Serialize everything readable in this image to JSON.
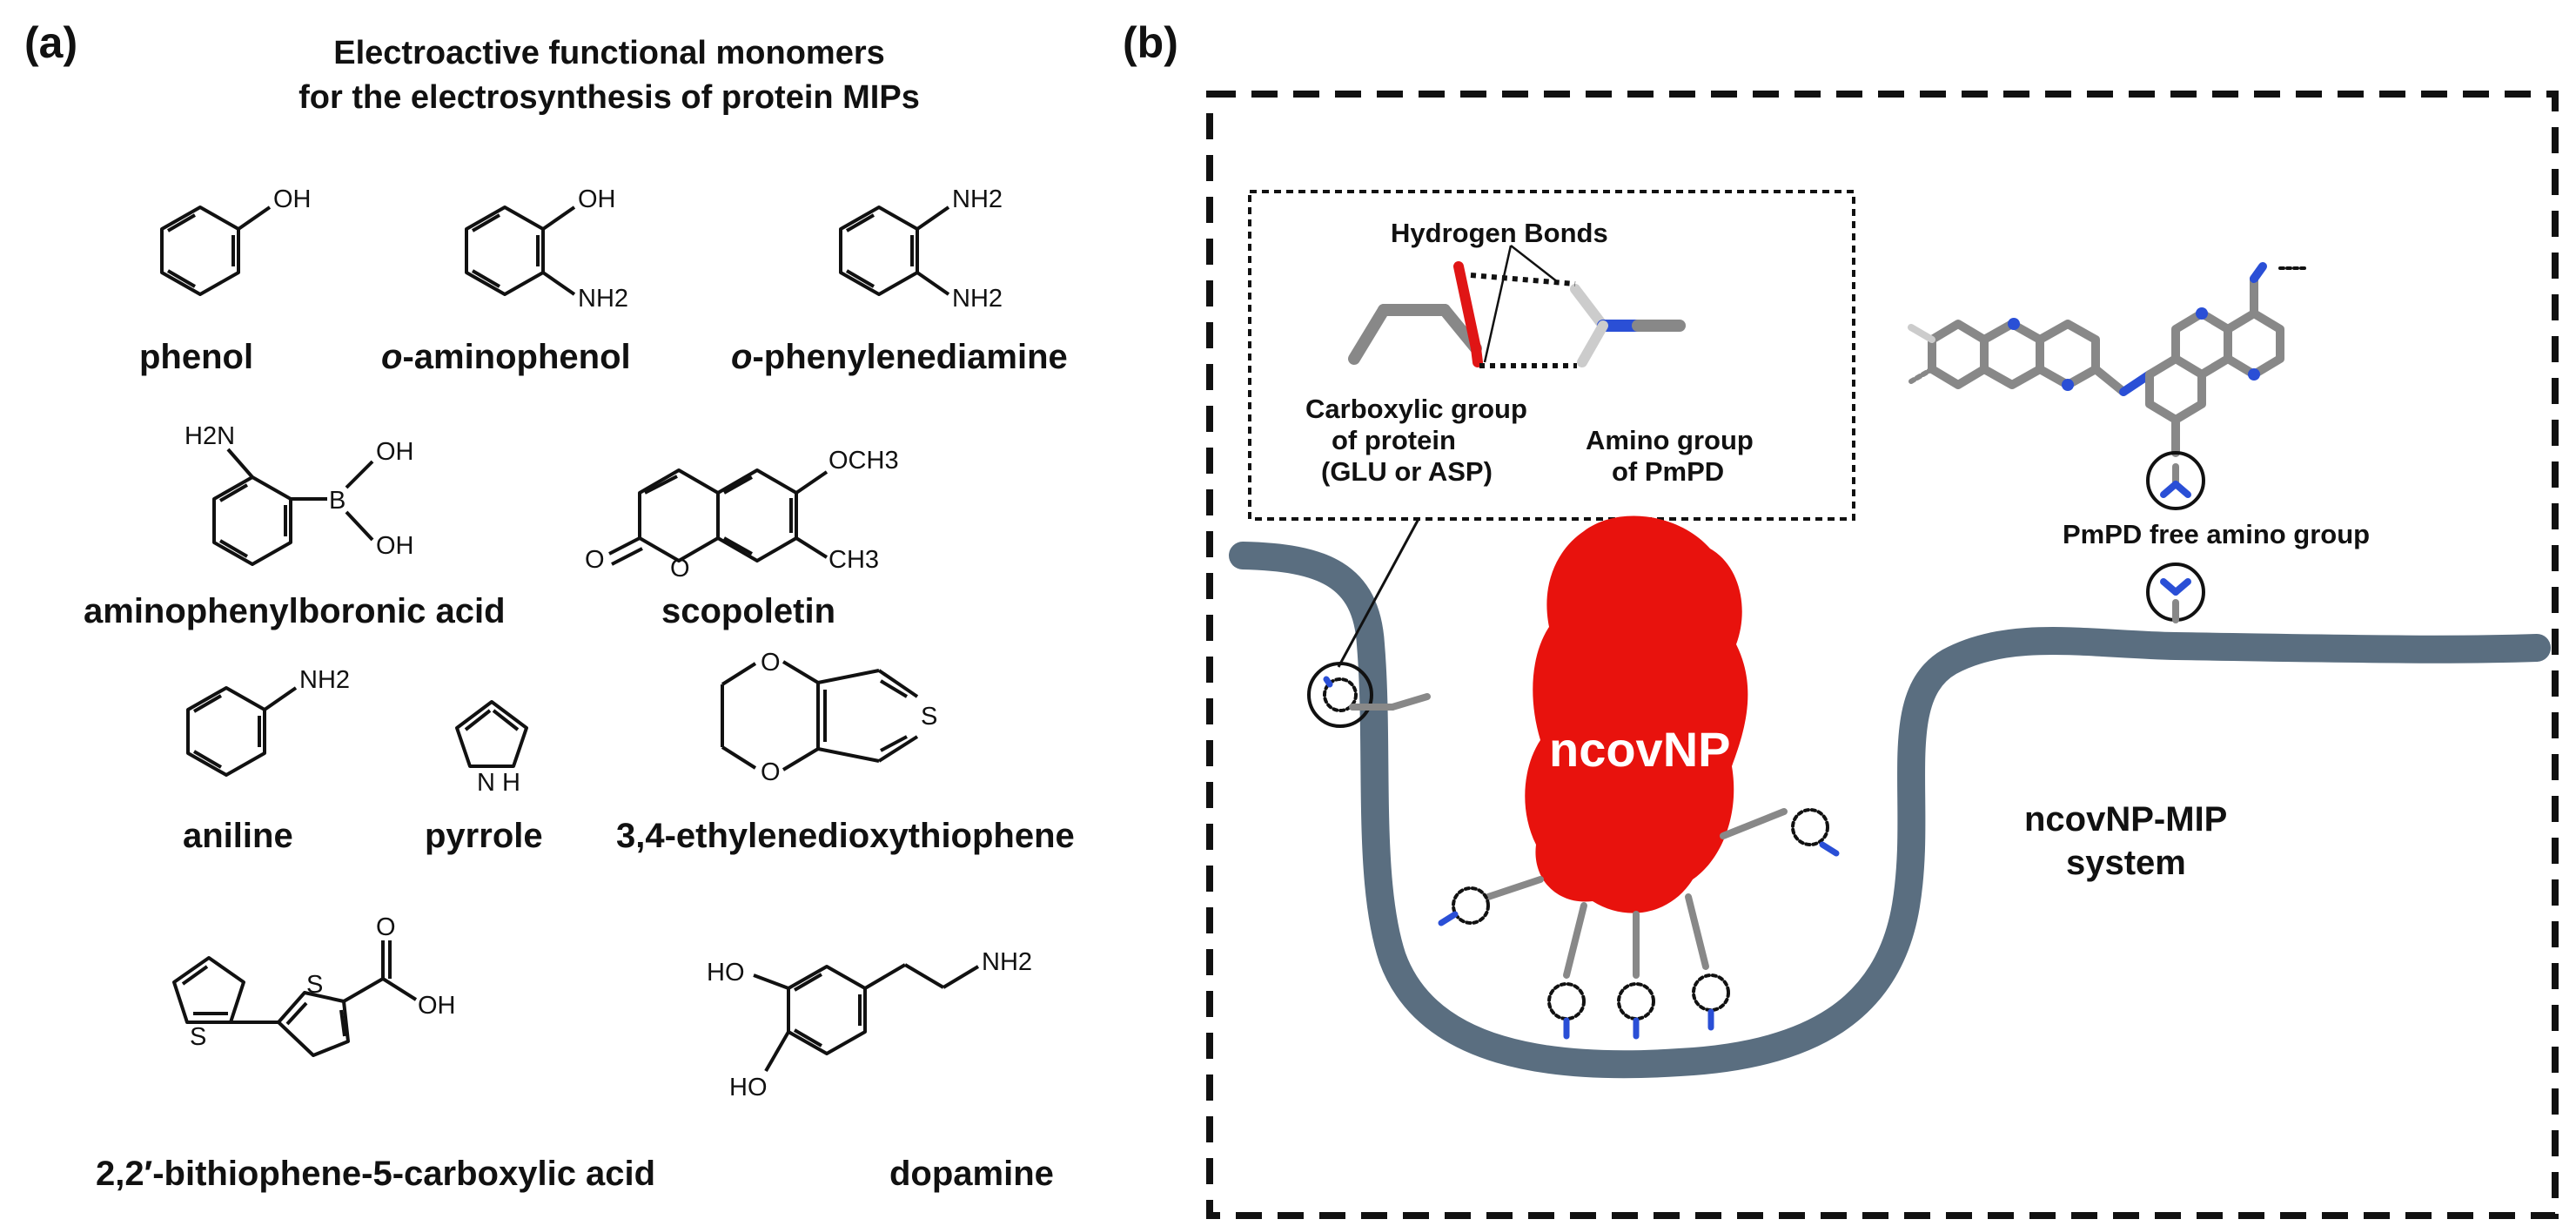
{
  "panel_a": {
    "label": "(a)",
    "title_line1": "Electroactive functional monomers",
    "title_line2": "for the electrosynthesis of protein MIPs",
    "atoms": {
      "oh": "OH",
      "nh2": "NH2",
      "h2n": "H2N",
      "b": "B",
      "o": "O",
      "s": "S",
      "nh": "N H",
      "och3": "OCH3",
      "ch3": "CH3",
      "ho": "HO"
    },
    "monomers": {
      "phenol": "phenol",
      "aminophenol_prefix": "o",
      "aminophenol_rest": "-aminophenol",
      "opd_prefix": "o",
      "opd_rest": "-phenylenediamine",
      "apba": "aminophenylboronic acid",
      "scopoletin": "scopoletin",
      "aniline": "aniline",
      "pyrrole": "pyrrole",
      "edot": "3,4-ethylenedioxythiophene",
      "btca": "2,2′-bithiophene-5-carboxylic acid",
      "dopamine": "dopamine"
    }
  },
  "panel_b": {
    "label": "(b)",
    "inset_title": "Hydrogen Bonds",
    "carboxylic_l1": "Carboxylic group",
    "carboxylic_l2": "of protein",
    "carboxylic_l3": "(GLU or ASP)",
    "amino_l1": "Amino group",
    "amino_l2": "of PmPD",
    "free_amino": "PmPD free amino group",
    "protein": "ncovNP",
    "system_l1": "ncovNP-MIP",
    "system_l2": "system"
  },
  "colors": {
    "protein": "#e8120d",
    "membrane": "#5a6e80",
    "nitrogen": "#2a4fd6",
    "oxygen": "#e01515",
    "bond": "#8a8a8a"
  }
}
